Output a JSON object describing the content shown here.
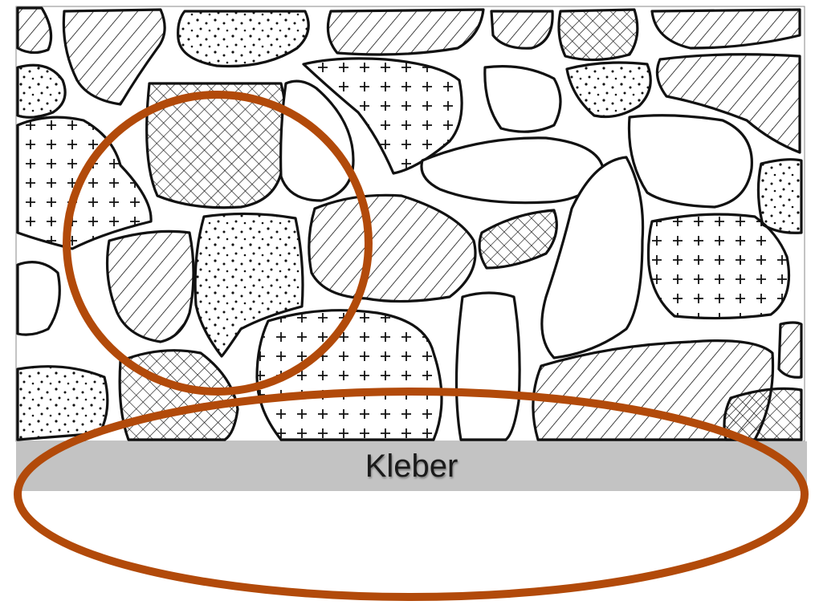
{
  "label": {
    "text": "Kleber"
  },
  "colors": {
    "highlight": "#b24a0a",
    "band": "#c3c3c3",
    "ink": "#111111"
  },
  "patterns": [
    "hatch-pattern",
    "dots-pattern",
    "cross-pattern",
    "crosshatch-pattern"
  ]
}
